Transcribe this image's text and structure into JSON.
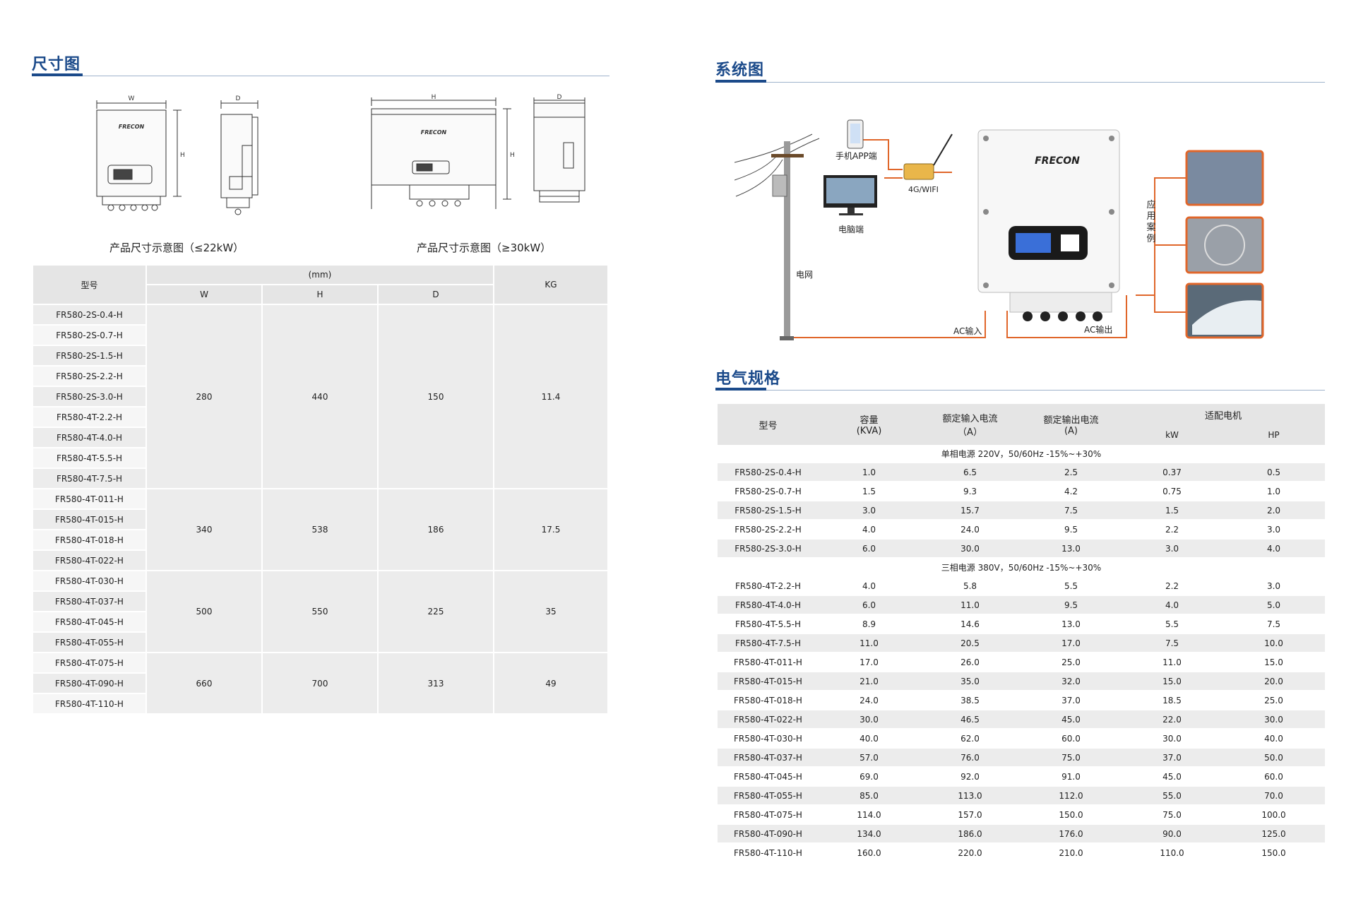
{
  "left": {
    "title": "尺寸图",
    "captions": [
      "产品尺寸示意图（≤22kW）",
      "产品尺寸示意图（≥30kW）"
    ],
    "drawing_labels": {
      "w": "W",
      "h": "H",
      "d": "D",
      "brand": "FRECON"
    },
    "dim_table": {
      "header": {
        "model": "型号",
        "unit": "(mm)",
        "w": "W",
        "h": "H",
        "d": "D",
        "kg": "KG"
      },
      "groups": [
        {
          "models": [
            "FR580-2S-0.4-H",
            "FR580-2S-0.7-H",
            "FR580-2S-1.5-H",
            "FR580-2S-2.2-H",
            "FR580-2S-3.0-H",
            "FR580-4T-2.2-H",
            "FR580-4T-4.0-H",
            "FR580-4T-5.5-H",
            "FR580-4T-7.5-H"
          ],
          "w": "280",
          "h": "440",
          "d": "150",
          "kg": "11.4"
        },
        {
          "models": [
            "FR580-4T-011-H",
            "FR580-4T-015-H",
            "FR580-4T-018-H",
            "FR580-4T-022-H"
          ],
          "w": "340",
          "h": "538",
          "d": "186",
          "kg": "17.5"
        },
        {
          "models": [
            "FR580-4T-030-H",
            "FR580-4T-037-H",
            "FR580-4T-045-H",
            "FR580-4T-055-H"
          ],
          "w": "500",
          "h": "550",
          "d": "225",
          "kg": "35"
        },
        {
          "models": [
            "FR580-4T-075-H",
            "FR580-4T-090-H",
            "FR580-4T-110-H"
          ],
          "w": "660",
          "h": "700",
          "d": "313",
          "kg": "49"
        }
      ]
    }
  },
  "right": {
    "system_title": "系统图",
    "system_labels": {
      "phone": "手机APP端",
      "pc": "电脑端",
      "wifi": "4G/WIFI",
      "grid": "电网",
      "ac_in": "AC输入",
      "ac_out": "AC输出",
      "cases": "应用案例",
      "brand": "FRECON"
    },
    "spec_title": "电气规格",
    "spec_table": {
      "header": {
        "model": "型号",
        "capacity": "容量",
        "capacity_unit": "(KVA)",
        "in_current": "额定输入电流",
        "in_unit": "（A）",
        "out_current": "额定输出电流",
        "out_unit": "(A)",
        "motor": "适配电机",
        "kw": "kW",
        "hp": "HP"
      },
      "groups": [
        {
          "label": "单相电源 220V，50/60Hz -15%~+30%",
          "rows": [
            [
              "FR580-2S-0.4-H",
              "1.0",
              "6.5",
              "2.5",
              "0.37",
              "0.5"
            ],
            [
              "FR580-2S-0.7-H",
              "1.5",
              "9.3",
              "4.2",
              "0.75",
              "1.0"
            ],
            [
              "FR580-2S-1.5-H",
              "3.0",
              "15.7",
              "7.5",
              "1.5",
              "2.0"
            ],
            [
              "FR580-2S-2.2-H",
              "4.0",
              "24.0",
              "9.5",
              "2.2",
              "3.0"
            ],
            [
              "FR580-2S-3.0-H",
              "6.0",
              "30.0",
              "13.0",
              "3.0",
              "4.0"
            ]
          ]
        },
        {
          "label": "三相电源 380V，50/60Hz -15%~+30%",
          "rows": [
            [
              "FR580-4T-2.2-H",
              "4.0",
              "5.8",
              "5.5",
              "2.2",
              "3.0"
            ],
            [
              "FR580-4T-4.0-H",
              "6.0",
              "11.0",
              "9.5",
              "4.0",
              "5.0"
            ],
            [
              "FR580-4T-5.5-H",
              "8.9",
              "14.6",
              "13.0",
              "5.5",
              "7.5"
            ],
            [
              "FR580-4T-7.5-H",
              "11.0",
              "20.5",
              "17.0",
              "7.5",
              "10.0"
            ],
            [
              "FR580-4T-011-H",
              "17.0",
              "26.0",
              "25.0",
              "11.0",
              "15.0"
            ],
            [
              "FR580-4T-015-H",
              "21.0",
              "35.0",
              "32.0",
              "15.0",
              "20.0"
            ],
            [
              "FR580-4T-018-H",
              "24.0",
              "38.5",
              "37.0",
              "18.5",
              "25.0"
            ],
            [
              "FR580-4T-022-H",
              "30.0",
              "46.5",
              "45.0",
              "22.0",
              "30.0"
            ],
            [
              "FR580-4T-030-H",
              "40.0",
              "62.0",
              "60.0",
              "30.0",
              "40.0"
            ],
            [
              "FR580-4T-037-H",
              "57.0",
              "76.0",
              "75.0",
              "37.0",
              "50.0"
            ],
            [
              "FR580-4T-045-H",
              "69.0",
              "92.0",
              "91.0",
              "45.0",
              "60.0"
            ],
            [
              "FR580-4T-055-H",
              "85.0",
              "113.0",
              "112.0",
              "55.0",
              "70.0"
            ],
            [
              "FR580-4T-075-H",
              "114.0",
              "157.0",
              "150.0",
              "75.0",
              "100.0"
            ],
            [
              "FR580-4T-090-H",
              "134.0",
              "186.0",
              "176.0",
              "90.0",
              "125.0"
            ],
            [
              "FR580-4T-110-H",
              "160.0",
              "220.0",
              "210.0",
              "110.0",
              "150.0"
            ]
          ]
        }
      ]
    }
  }
}
